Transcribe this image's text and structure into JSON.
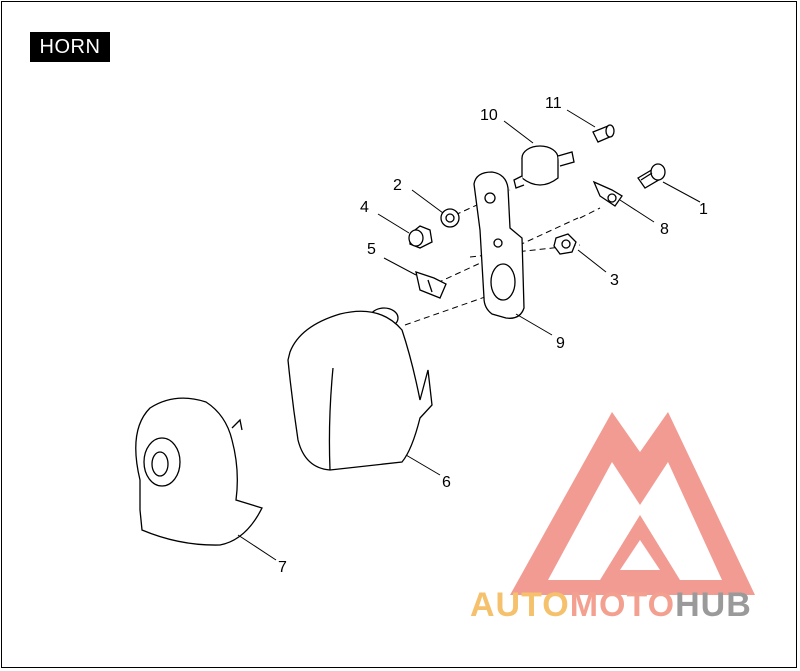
{
  "title": "HORN",
  "callouts": [
    "1",
    "2",
    "3",
    "4",
    "5",
    "6",
    "7",
    "8",
    "9",
    "10",
    "11"
  ],
  "watermark": {
    "part1": "AUTO",
    "part2": "MOTO",
    "part3": "HUB"
  },
  "colors": {
    "line": "#000000",
    "watermark_red": "#f08a80",
    "watermark_yellow": "#f5c16c",
    "watermark_gray": "#9a9a9a"
  }
}
